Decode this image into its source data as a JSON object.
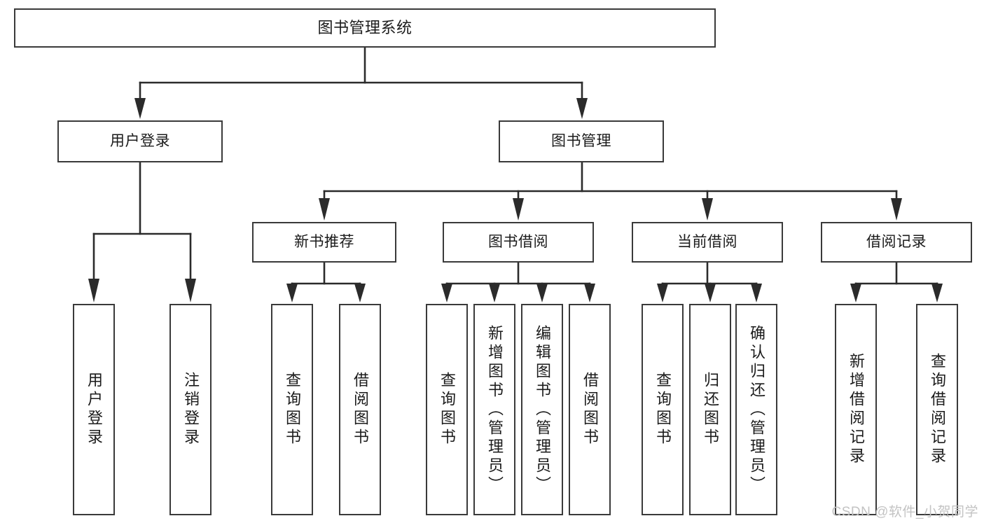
{
  "diagram": {
    "type": "tree",
    "title": "图书管理系统",
    "watermark": "CSDN @软件_小贺同学",
    "colors": {
      "box_border": "#3a3a3a",
      "connector": "#2b2b2b",
      "text": "#1b1b1b",
      "background": "#ffffff",
      "watermark": "#c3c3c3"
    },
    "nodes": {
      "root": {
        "label": "图书管理系统"
      },
      "level2": [
        {
          "label": "用户登录"
        },
        {
          "label": "图书管理"
        }
      ],
      "level3": [
        {
          "label": "新书推荐"
        },
        {
          "label": "图书借阅"
        },
        {
          "label": "当前借阅"
        },
        {
          "label": "借阅记录"
        }
      ],
      "leaves": {
        "user_login": [
          {
            "label": "用户登录"
          },
          {
            "label": "注销登录"
          }
        ],
        "new_book_recommend": [
          {
            "label": "查询图书"
          },
          {
            "label": "借阅图书"
          }
        ],
        "book_borrow": [
          {
            "label": "查询图书"
          },
          {
            "label": "新增图书（管理员）"
          },
          {
            "label": "编辑图书（管理员）"
          },
          {
            "label": "借阅图书"
          }
        ],
        "current_borrow": [
          {
            "label": "查询图书"
          },
          {
            "label": "归还图书"
          },
          {
            "label": "确认归还（管理员）"
          }
        ],
        "borrow_record": [
          {
            "label": "新增借阅记录"
          },
          {
            "label": "查询借阅记录"
          }
        ]
      }
    }
  }
}
